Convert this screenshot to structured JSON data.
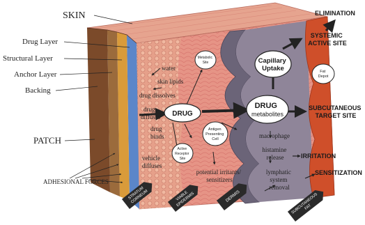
{
  "colors": {
    "page_bg": "#ffffff",
    "skin_top": "#e9a08f",
    "skin_face": "#e37c7b",
    "skin_cells": "#d9b08f",
    "dermis": "#6a6377",
    "subq": "#cf4f2a",
    "arrow": "#333333"
  },
  "patch_labels": {
    "skin": "SKIN",
    "drug_layer": "Drug Layer",
    "structural_layer": "Structural Layer",
    "anchor_layer": "Anchor Layer",
    "backing": "Backing",
    "patch": "PATCH",
    "adhesional_forces": "ADHESIONAL FORCES"
  },
  "process_labels": {
    "water": "water",
    "skin_lipids": "skin lipids",
    "drug_dissolves": "drug dissolves",
    "drug_diffuses": [
      "drug",
      "diffuses"
    ],
    "drug_binds": [
      "drug",
      "binds"
    ],
    "vehicle_diffuses": [
      "vehicle",
      "diffuses"
    ],
    "metabolic_site": [
      "Metabolic",
      "Site"
    ],
    "antigen_presenting_cell": [
      "Antigen",
      "Presenting",
      "Cell"
    ],
    "active_receptor_site": [
      "Active",
      "Receptor",
      "Site"
    ],
    "potential_irritants": [
      "potential irritants/",
      "sensitizers"
    ],
    "drug": "DRUG",
    "drug_metabolites": [
      "DRUG",
      "metabolites"
    ],
    "capillary_uptake": [
      "Capillary",
      "Uptake"
    ],
    "fat_depot": [
      "Fat",
      "Depot"
    ],
    "macrophage": "macrophage",
    "histamine_release": [
      "histamine",
      "release"
    ],
    "lymphatic_removal": [
      "lymphatic",
      "system",
      "removal"
    ]
  },
  "outcomes": {
    "elimination": "ELIMINATION",
    "systemic_active_site": [
      "SYSTEMIC",
      "ACTIVE SITE"
    ],
    "subcutaneous_target_site": [
      "SUBCUTANEOUS",
      "TARGET SITE"
    ],
    "irritation": "IRRITATION",
    "sensitization": "SENSITIZATION"
  },
  "layer_tags": {
    "stratum_corneum": [
      "STRATUM",
      "CORNEUM"
    ],
    "viable_epidermis": [
      "VIABLE",
      "EPIDERMIS"
    ],
    "dermis": "DERMIS",
    "subcutaneous_fat": [
      "SUBCUTANEOUS",
      "FAT"
    ]
  }
}
